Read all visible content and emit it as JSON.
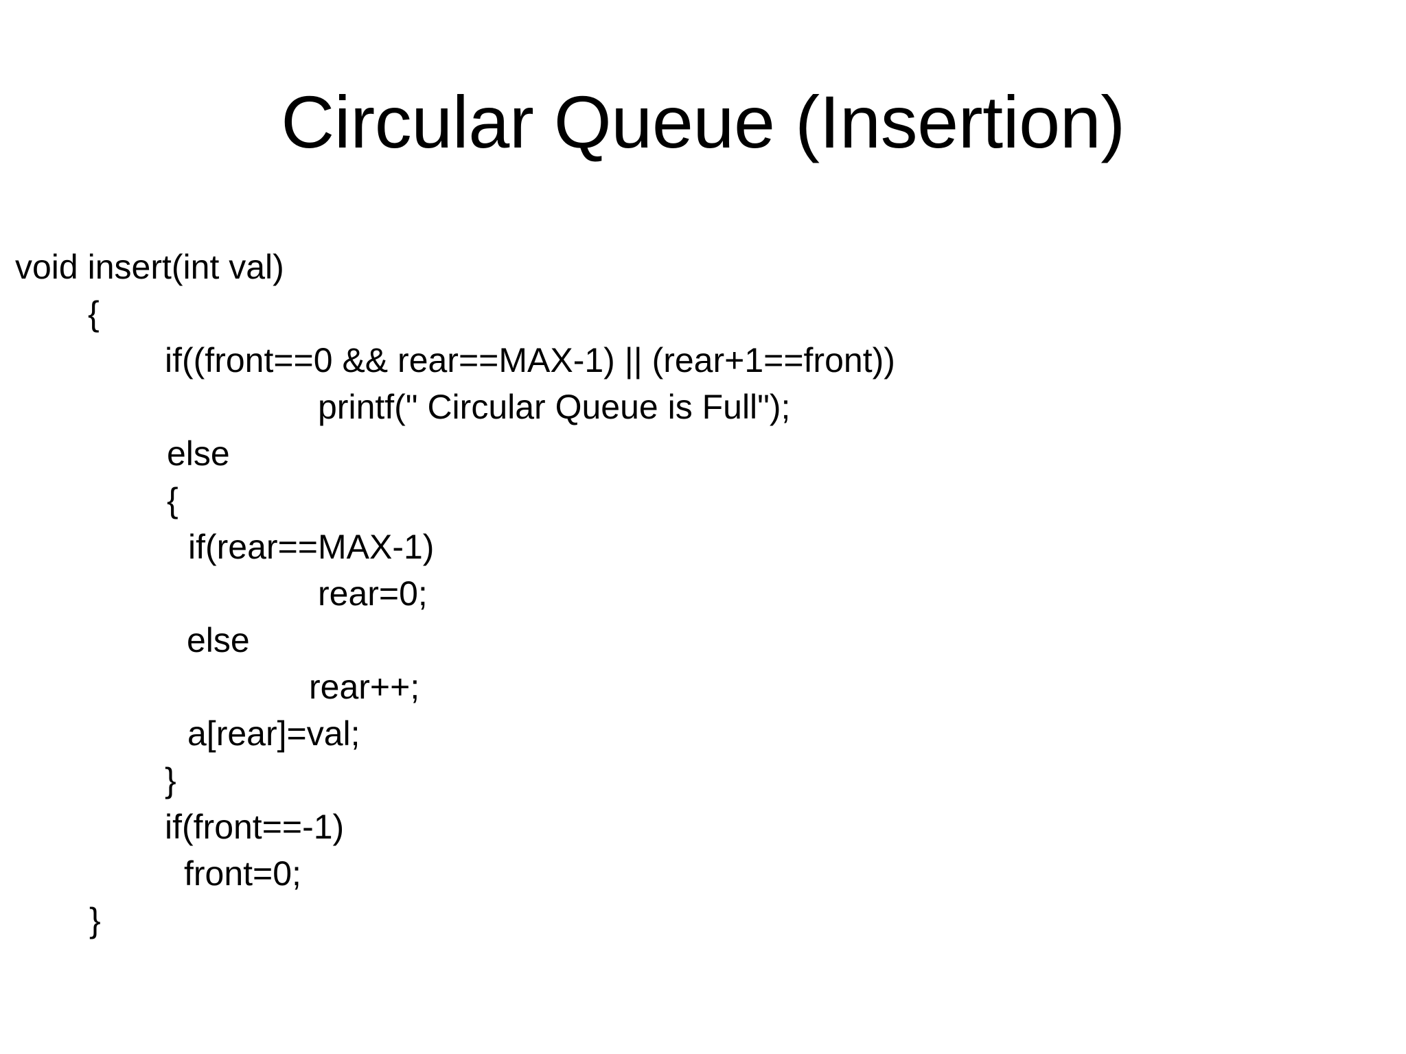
{
  "slide": {
    "title": "Circular Queue (Insertion)",
    "background_color": "#ffffff",
    "text_color": "#000000",
    "code": {
      "language": "C",
      "lines": [
        {
          "indent": 0,
          "text": "void insert(int val)"
        },
        {
          "indent": 1,
          "text": "{"
        },
        {
          "indent": 2,
          "text": "if((front==0 && rear==MAX-1) || (rear+1==front))"
        },
        {
          "indent": 3,
          "text": "printf(\" Circular Queue is Full\");"
        },
        {
          "indent": 4,
          "text": "else"
        },
        {
          "indent": 5,
          "text": "{"
        },
        {
          "indent": 6,
          "text": "if(rear==MAX-1)"
        },
        {
          "indent": 7,
          "text": "rear=0;"
        },
        {
          "indent": 8,
          "text": "else"
        },
        {
          "indent": 9,
          "text": "rear++;"
        },
        {
          "indent": 10,
          "text": "a[rear]=val;"
        },
        {
          "indent": 11,
          "text": "}"
        },
        {
          "indent": 12,
          "text": "if(front==-1)"
        },
        {
          "indent": 13,
          "text": "front=0;"
        },
        {
          "indent": 14,
          "text": "}"
        }
      ]
    }
  }
}
